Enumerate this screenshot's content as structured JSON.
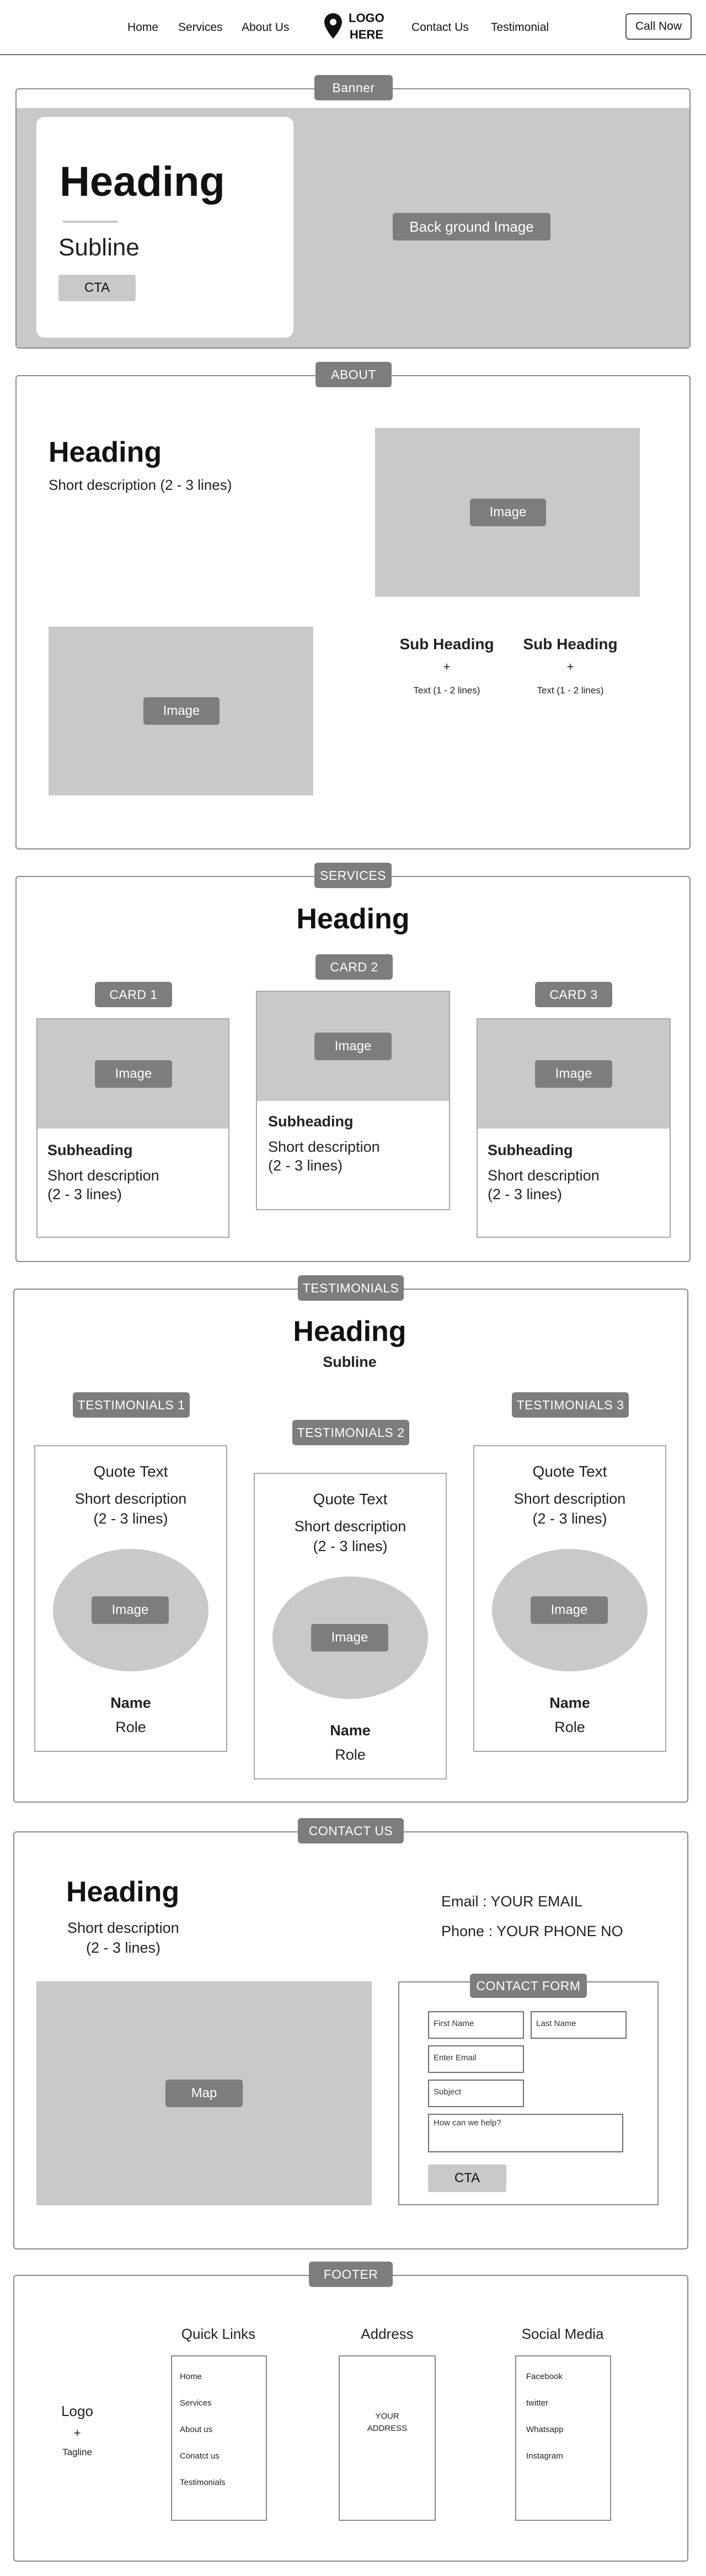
{
  "nav": {
    "links": [
      "Home",
      "Services",
      "About Us",
      "Contact Us",
      "Testimonial"
    ],
    "logo_line1": "LOGO",
    "logo_line2": "HERE",
    "call_label": "Call Now"
  },
  "banner": {
    "tag": "Banner",
    "heading": "Heading",
    "subline": "Subline",
    "cta": "CTA",
    "bg_label": "Back ground Image"
  },
  "about": {
    "tag": "ABOUT",
    "heading": "Heading",
    "description": "Short description (2 - 3 lines)",
    "image_label": "Image",
    "stats": [
      {
        "title": "Sub Heading",
        "plus": "+",
        "text": "Text (1 - 2 lines)"
      },
      {
        "title": "Sub Heading",
        "plus": "+",
        "text": "Text (1 - 2 lines)"
      }
    ]
  },
  "services": {
    "tag": "SERVICES",
    "heading": "Heading",
    "cards": [
      {
        "tag": "CARD 1",
        "image": "Image",
        "subheading": "Subheading",
        "desc1": "Short description",
        "desc2": "(2 - 3 lines)"
      },
      {
        "tag": "CARD 2",
        "image": "Image",
        "subheading": "Subheading",
        "desc1": "Short description",
        "desc2": "(2 - 3 lines)"
      },
      {
        "tag": "CARD 3",
        "image": "Image",
        "subheading": "Subheading",
        "desc1": "Short description",
        "desc2": "(2 - 3 lines)"
      }
    ]
  },
  "testimonials": {
    "tag": "TESTIMONIALS",
    "heading": "Heading",
    "subline": "Subline",
    "items": [
      {
        "tag": "TESTIMONIALS 1",
        "quote": "Quote Text",
        "desc1": "Short description",
        "desc2": "(2 - 3 lines)",
        "image": "Image",
        "name": "Name",
        "role": "Role"
      },
      {
        "tag": "TESTIMONIALS 2",
        "quote": "Quote Text",
        "desc1": "Short description",
        "desc2": "(2 - 3 lines)",
        "image": "Image",
        "name": "Name",
        "role": "Role"
      },
      {
        "tag": "TESTIMONIALS 3",
        "quote": "Quote Text",
        "desc1": "Short description",
        "desc2": "(2 - 3 lines)",
        "image": "Image",
        "name": "Name",
        "role": "Role"
      }
    ]
  },
  "contact": {
    "tag": "CONTACT US",
    "heading": "Heading",
    "desc1": "Short description",
    "desc2": "(2 - 3 lines)",
    "email": "Email : YOUR EMAIL",
    "phone": "Phone : YOUR PHONE NO",
    "map_label": "Map",
    "form": {
      "tag": "CONTACT FORM",
      "first_name": "First Name",
      "last_name": "Last Name",
      "email": "Enter Email",
      "subject": "Subject",
      "message": "How can we help?",
      "cta": "CTA"
    }
  },
  "footer": {
    "tag": "FOOTER",
    "logo": "Logo",
    "plus": "+",
    "tagline": "Tagline",
    "quick_links_title": "Quick Links",
    "quick_links": [
      "Home",
      "Services",
      "About us",
      "Conatct us",
      "Testimonials"
    ],
    "address_title": "Address",
    "address_line1": "YOUR",
    "address_line2": "ADDRESS",
    "social_title": "Social Media",
    "social_links": [
      "Facebook",
      "twitter",
      "Whatsapp",
      "Instagram"
    ]
  }
}
